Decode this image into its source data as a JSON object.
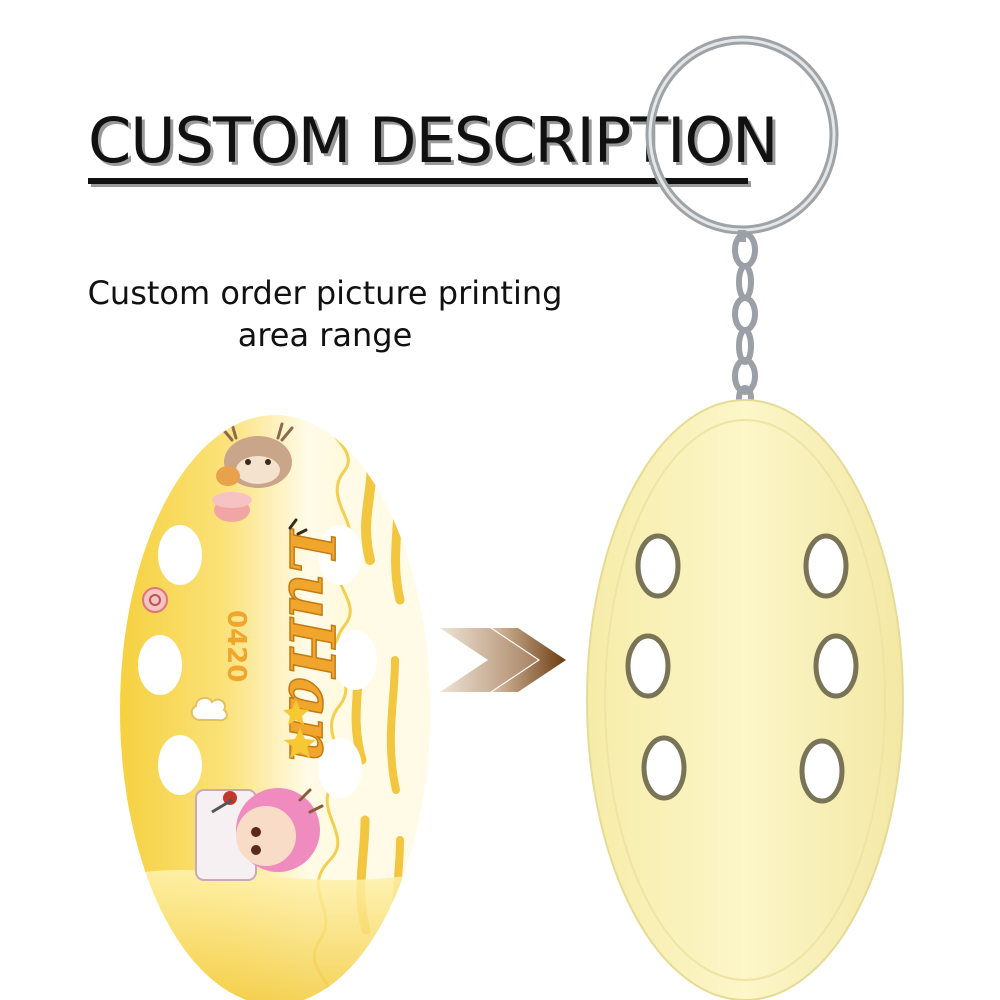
{
  "header": {
    "title": "CUSTOM DESCRIPTION"
  },
  "info": {
    "line1": "Custom order picture printing",
    "line2": "area range"
  },
  "design": {
    "name": "LuHan",
    "number": "0420"
  },
  "colors": {
    "print_yellow": "#f7d54a",
    "cream": "#fff7d0",
    "blank_yellow": "#fbf3b8",
    "arrow_light": "#d9c3ad",
    "arrow_dark": "#7a4a1c",
    "ring_metal": "#a9adb3"
  }
}
